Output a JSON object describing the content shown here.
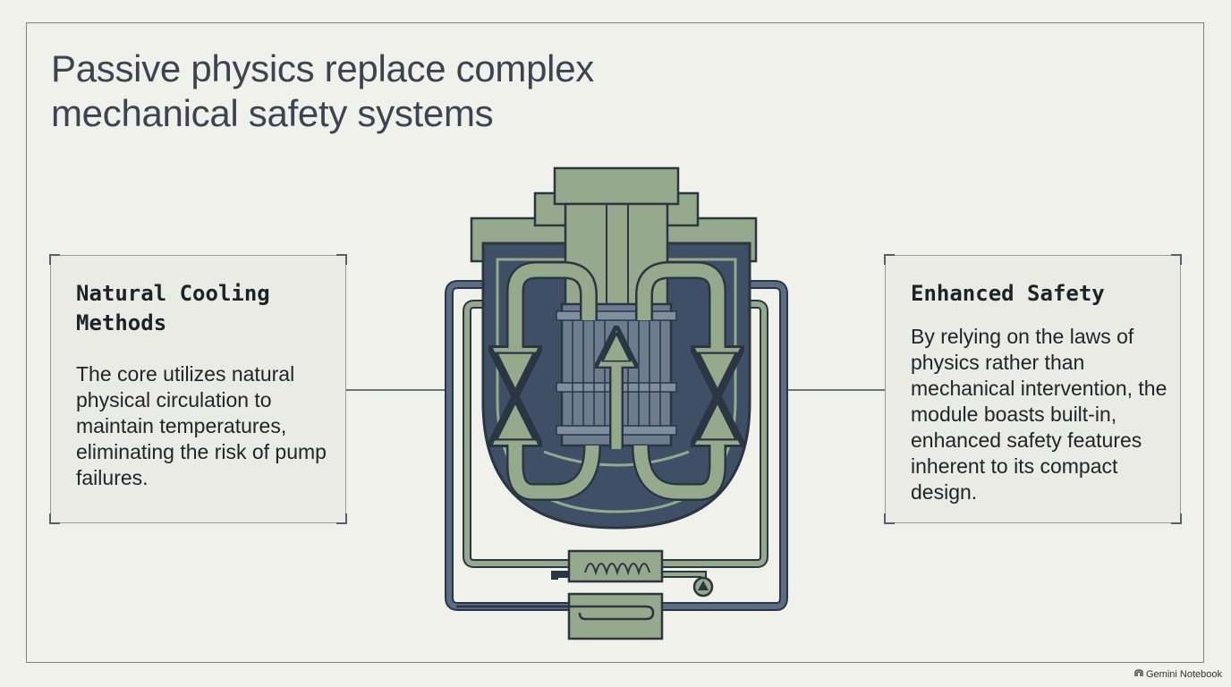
{
  "title": "Passive physics replace complex mechanical safety systems",
  "left_panel": {
    "heading": "Natural Cooling Methods",
    "body": "The core utilizes natural physical circulation to maintain temperatures, eliminating the risk of pump failures."
  },
  "right_panel": {
    "heading": "Enhanced Safety",
    "body": "By relying on the laws of physics rather than mechanical intervention, the module boasts built-in, enhanced safety features inherent to its compact design."
  },
  "brand": {
    "label": "Gemini Notebook",
    "icon": "notebook-logo-icon"
  },
  "colors": {
    "background": "#f1f1ec",
    "navy": "#3f4f66",
    "sage": "#95aa8c",
    "outline": "#2c3542",
    "text": "#3b4450"
  }
}
